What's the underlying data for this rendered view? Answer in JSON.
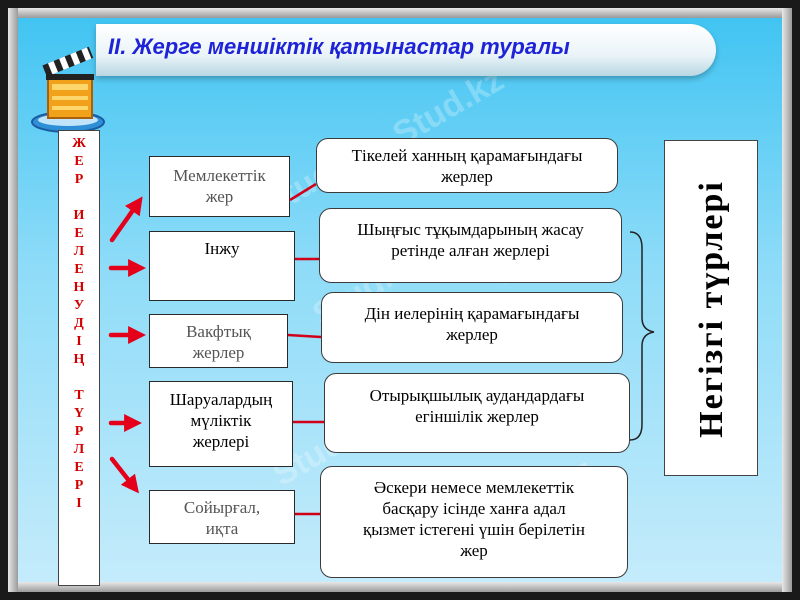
{
  "title": "II. Жерге меншіктік қатынастар туралы",
  "vertical_label": [
    "Ж",
    "Е",
    "Р",
    "",
    "И",
    "Е",
    "Л",
    "Е",
    "Н",
    "У",
    "Д",
    "І",
    "Ң",
    "",
    "Т",
    "Ү",
    "Р",
    "Л",
    "Е",
    "Р",
    "І"
  ],
  "right_label": "Негізгі түрлері",
  "left_boxes": [
    {
      "lines": [
        "Мемлекеттік",
        "жер"
      ]
    },
    {
      "lines": [
        "Інжу"
      ]
    },
    {
      "lines": [
        "Вакфтық",
        "жерлер"
      ]
    },
    {
      "lines": [
        "Шаруалардың",
        "мүліктік",
        "жерлері"
      ]
    },
    {
      "lines": [
        "Сойырғал,",
        "иқта"
      ]
    }
  ],
  "right_boxes": [
    {
      "lines": [
        "Тікелей ханның қарамағындағы",
        "жерлер"
      ]
    },
    {
      "lines": [
        "Шыңғыс тұқымдарының жасау",
        "ретінде алған жерлері"
      ]
    },
    {
      "lines": [
        "Дін иелерінің қарамағындағы",
        "жерлер"
      ]
    },
    {
      "lines": [
        "Отырықшылық аудандардағы",
        "егіншілік жерлер"
      ]
    },
    {
      "lines": [
        "Әскери немесе мемлекеттік",
        "басқару ісінде ханға адал",
        "қызмет істегені үшін берілетін",
        "жер"
      ]
    }
  ],
  "watermark": "Stud.kz",
  "colors": {
    "title": "#1f23d8",
    "vertical_text": "#d20000",
    "arrow": "#e4001b",
    "connector": "#d10018"
  }
}
